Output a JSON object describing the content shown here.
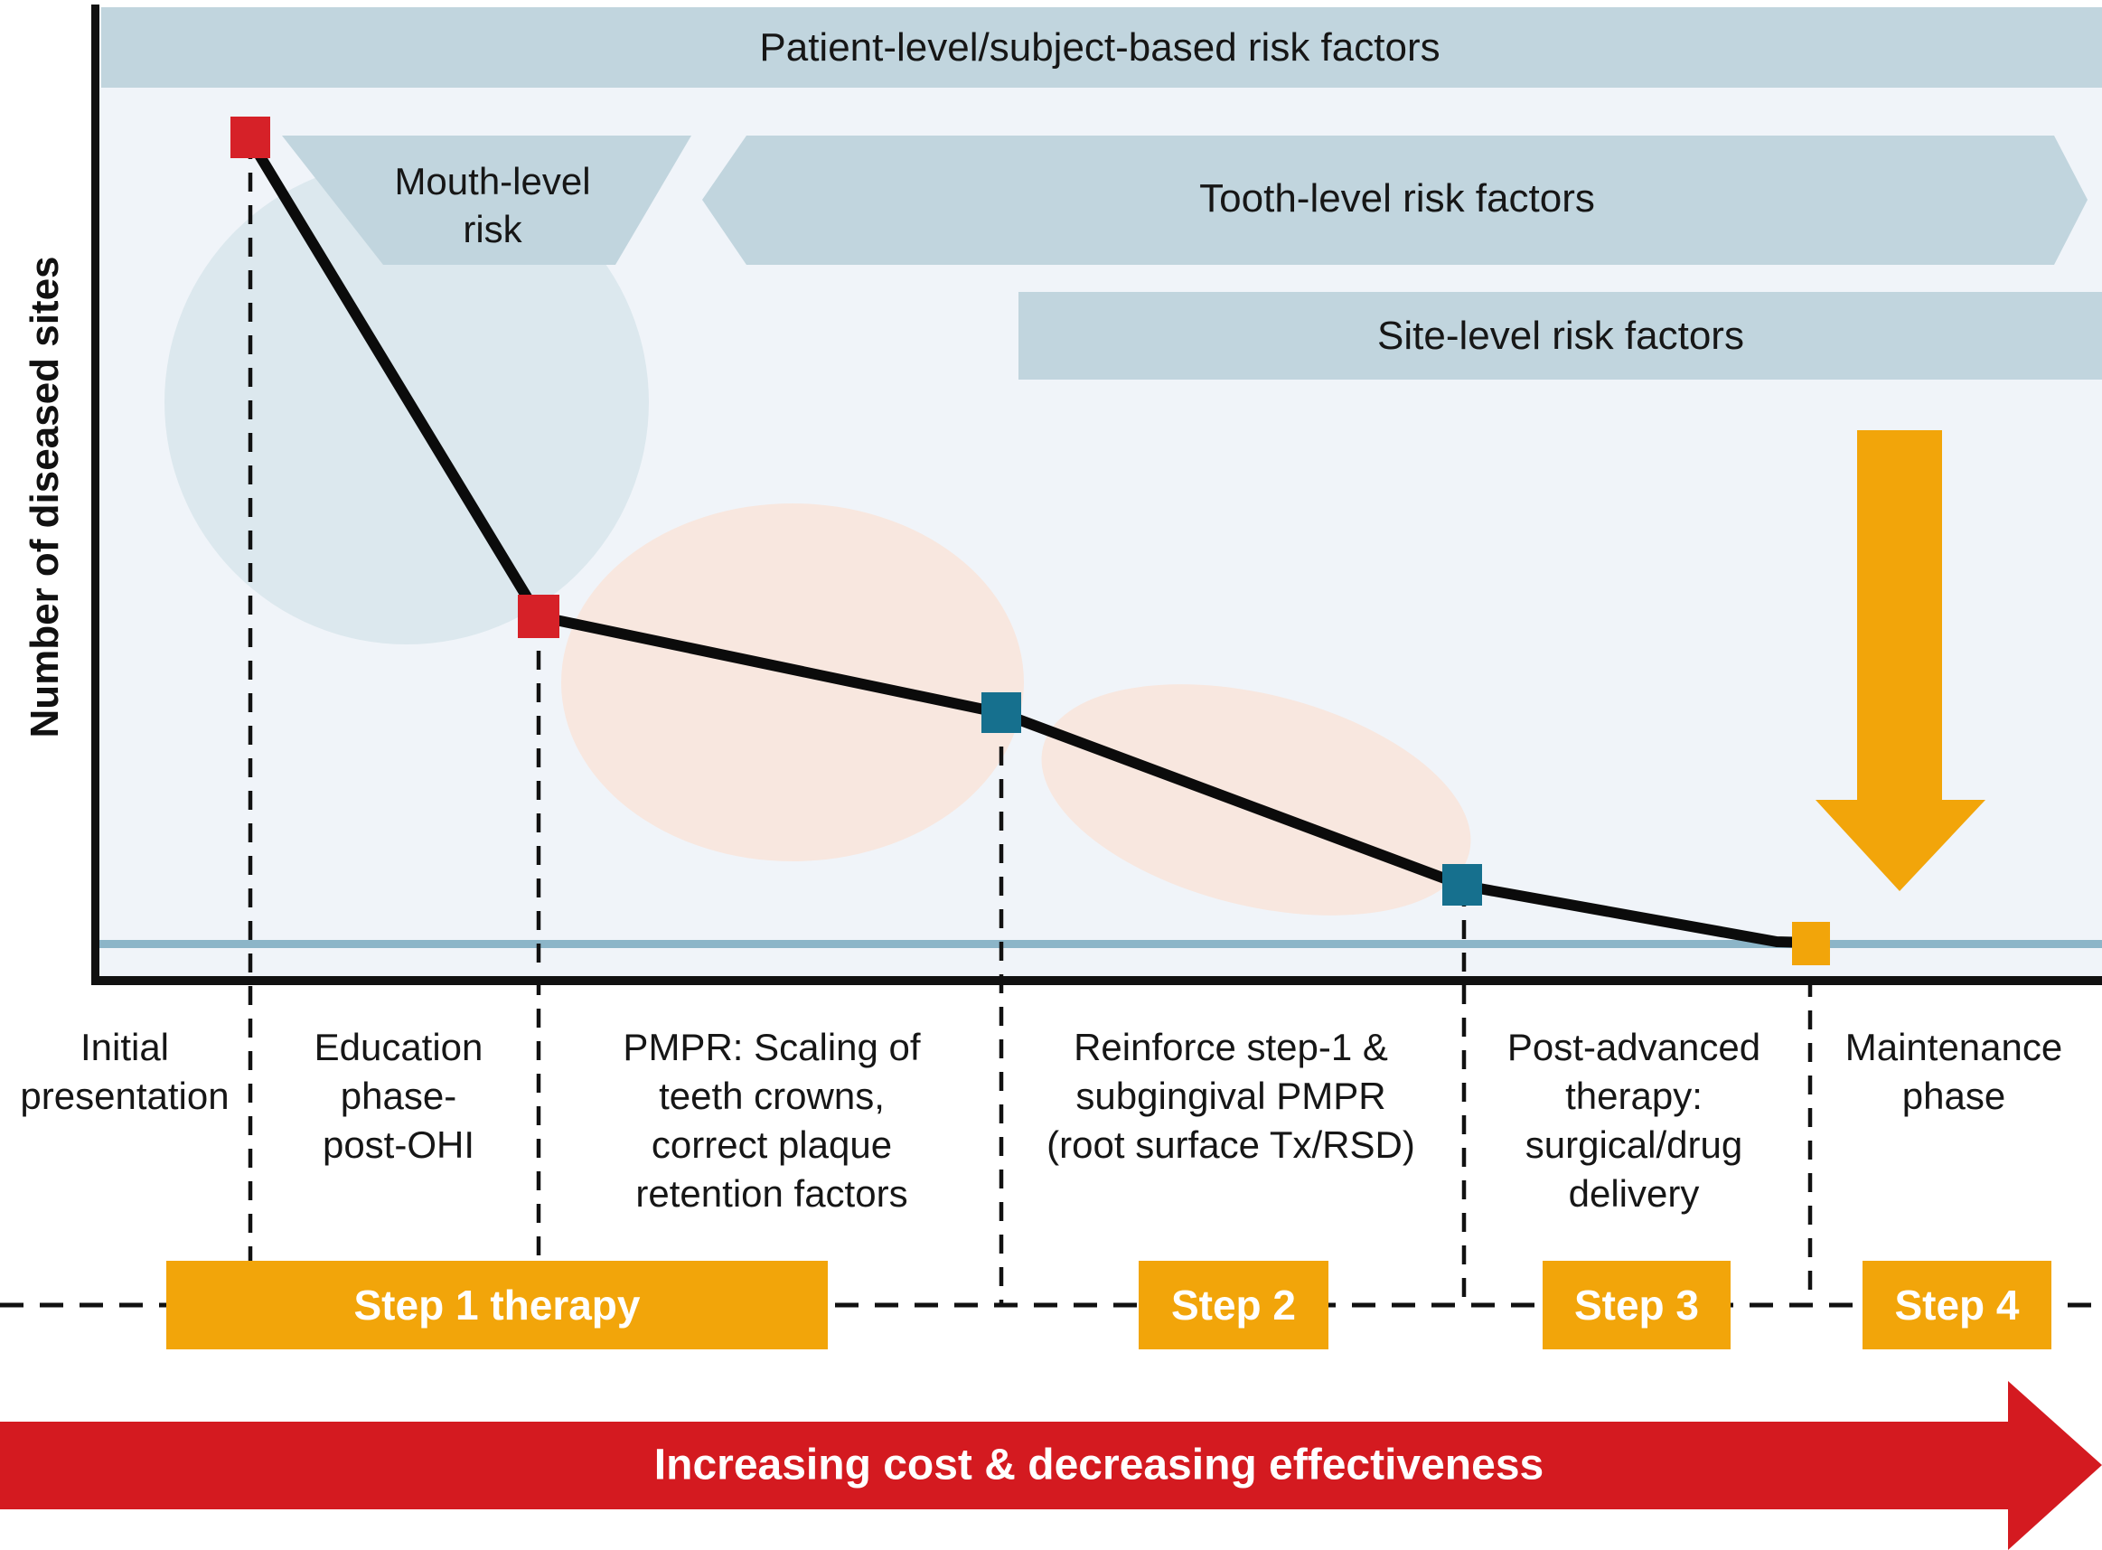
{
  "figure": {
    "y_axis_label": "Number of diseased sites",
    "risk_banners": {
      "patient": "Patient-level/subject-based risk factors",
      "mouth_lines": [
        "Mouth-level",
        "risk"
      ],
      "tooth": "Tooth-level risk factors",
      "site": "Site-level risk factors"
    },
    "phases": [
      {
        "lines": [
          "Initial",
          "presentation"
        ]
      },
      {
        "lines": [
          "Education",
          "phase-",
          "post-OHI"
        ]
      },
      {
        "lines": [
          "PMPR: Scaling of",
          "teeth crowns,",
          "correct plaque",
          "retention factors"
        ]
      },
      {
        "lines": [
          "Reinforce step-1 &",
          "subgingival PMPR",
          "(root surface Tx/RSD)"
        ]
      },
      {
        "lines": [
          "Post-advanced",
          "therapy:",
          "surgical/drug",
          "delivery"
        ]
      },
      {
        "lines": [
          "Maintenance",
          "phase"
        ]
      }
    ],
    "steps": [
      {
        "label": "Step 1 therapy"
      },
      {
        "label": "Step 2"
      },
      {
        "label": "Step 3"
      },
      {
        "label": "Step 4"
      }
    ],
    "cost_arrow_label": "Increasing cost & decreasing effectiveness",
    "curve": {
      "description": "Number of diseased sites decreases with each therapy step toward the healthy baseline",
      "points": [
        {
          "phase": "Initial presentation",
          "marker_color": "#d62128",
          "relative_level": "highest"
        },
        {
          "phase": "Education phase-post-OHI",
          "marker_color": "#d62128",
          "relative_level": "high-mid"
        },
        {
          "phase": "After PMPR scaling / plaque-retention correction",
          "marker_color": "#16708e",
          "relative_level": "mid"
        },
        {
          "phase": "After reinforced step-1 & subgingival PMPR",
          "marker_color": "#16708e",
          "relative_level": "low"
        },
        {
          "phase": "Post-advanced therapy / maintenance",
          "marker_color": "#f2a50a",
          "relative_level": "baseline"
        }
      ]
    },
    "colors": {
      "plot_bg": "#f0f4f9",
      "banner_blue": "#c1d5de",
      "circle_blue": "#dce8ee",
      "ellipse_pink": "#f8e7df",
      "baseline_blue": "#8cb5c8",
      "marker_red": "#d62128",
      "marker_teal": "#16708e",
      "marker_orange": "#f2a50a",
      "orange": "#f2a50a",
      "cost_red": "#d41a20",
      "line_black": "#0b0b0b"
    }
  }
}
